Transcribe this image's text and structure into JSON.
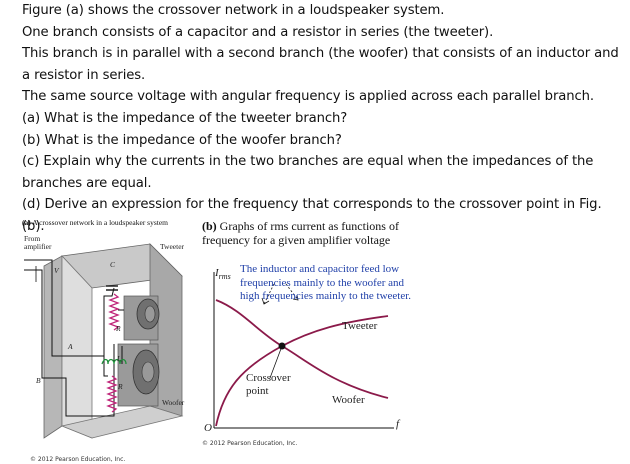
{
  "question": {
    "lines": [
      "Figure (a) shows the crossover network in a loudspeaker system.",
      "One branch consists of a capacitor and a resistor in series (the tweeter).",
      "This branch is in parallel with a second branch (the woofer) that consists of an inductor and a resistor in series.",
      "The same source voltage with angular frequency is applied across each parallel branch.",
      "(a) What is the impedance of the tweeter branch?",
      "(b) What is the impedance of the woofer branch?",
      "(c) Explain why the currents in the two branches are equal when the impedances of the branches are equal.",
      "(d) Derive an expression for the frequency that corresponds to the crossover point in Fig. (b)."
    ]
  },
  "figure_a": {
    "caption_label": "(a)",
    "caption_text": "A crossover network in a loudspeaker system",
    "from_amplifier": "From amplifier",
    "tweeter": "Tweeter",
    "woofer": "Woofer",
    "v": "V",
    "a": "A",
    "b": "B",
    "c": "C",
    "r_top": "R",
    "l": "L",
    "r_bottom": "R",
    "copyright": "© 2012 Pearson Education, Inc."
  },
  "figure_b": {
    "caption_label": "(b)",
    "caption_line1": "Graphs of rms current as functions of",
    "caption_line2": "frequency for a given amplifier voltage",
    "y_axis": "I",
    "y_axis_sub": "rms",
    "x_axis": "f",
    "origin": "O",
    "annotation_line1": "The inductor and capacitor feed low",
    "annotation_line2": "frequencies mainly to the woofer and",
    "annotation_line3": "high frequencies mainly to the tweeter.",
    "tweeter": "Tweeter",
    "woofer": "Woofer",
    "crossover_line1": "Crossover",
    "crossover_line2": "point",
    "copyright": "© 2012 Pearson Education, Inc.",
    "curve_color": "#8b1a4a"
  }
}
